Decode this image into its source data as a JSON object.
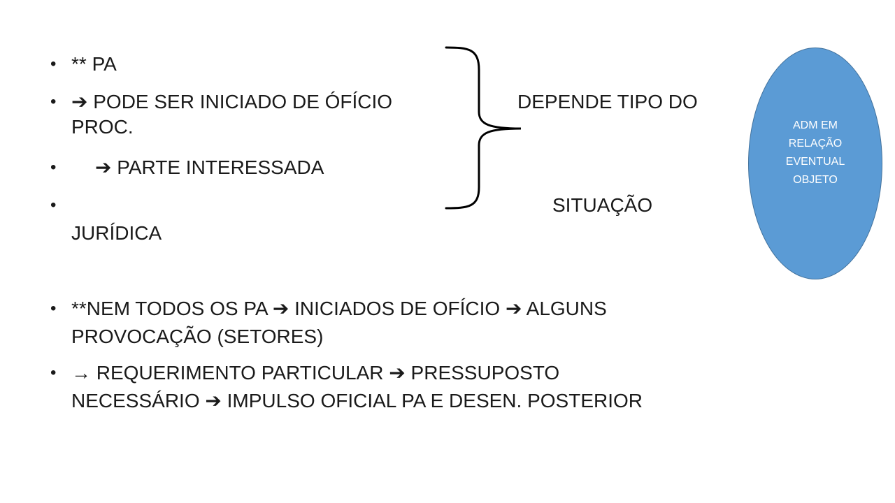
{
  "bullets": [
    {
      "parts": [
        "** PA"
      ]
    },
    {
      "parts": [
        "",
        "PODE SER INICIADO DE ÓFÍCIO",
        "DEPENDE TIPO DO",
        "PROC."
      ]
    },
    {
      "parts": [
        "",
        "PARTE INTERESSADA"
      ]
    },
    {
      "parts": [
        "SITUAÇÃO",
        "JURÍDICA"
      ]
    },
    {
      "parts": [
        "**NEM TODOS OS PA",
        "INICIADOS DE OFÍCIO",
        "ALGUNS",
        "PROVOCAÇÃO (SETORES)"
      ]
    },
    {
      "parts": [
        "",
        "REQUERIMENTO PARTICULAR",
        "PRESSUPOSTO",
        "NECESSÁRIO",
        "IMPULSO OFICIAL PA E DESEN. POSTERIOR"
      ]
    }
  ],
  "bullet_symbol": "•",
  "arrow_symbol": "➔",
  "thin_arrow_symbol": "→",
  "ellipse": {
    "lines": [
      "ADM EM",
      "RELAÇÃO",
      "EVENTUAL",
      "OBJETO"
    ],
    "color": "#5b9bd5"
  }
}
